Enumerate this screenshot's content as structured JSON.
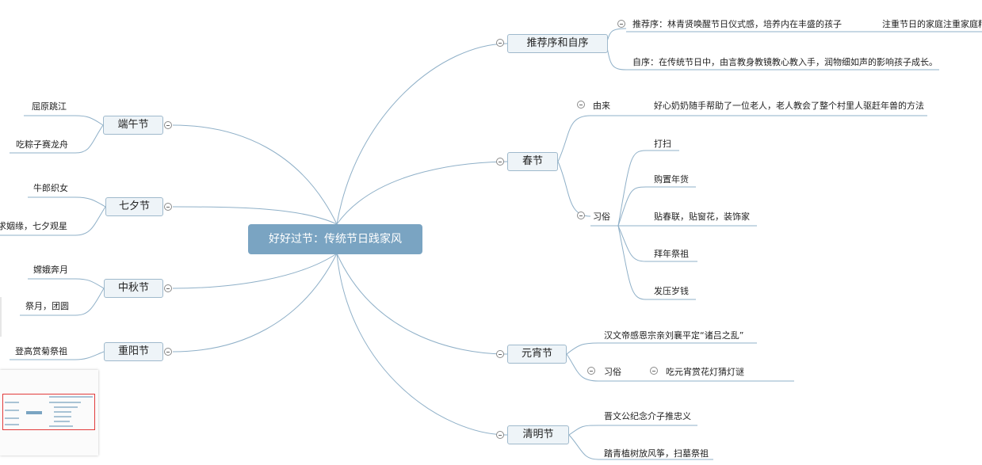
{
  "central": "好好过节：传统节日践家风",
  "right": {
    "preface": {
      "label": "推荐序和自序",
      "items": [
        "推荐序：林青贤唤醒节日仪式感，培养内在丰盛的孩子",
        "注重节日的家庭注重家庭精",
        "自序：在传统节日中，由言教身教镜教心教入手，润物细如声的影响孩子成长。"
      ]
    },
    "spring": {
      "label": "春节",
      "origin_label": "由来",
      "origin_text": "好心奶奶随手帮助了一位老人，老人教会了整个村里人驱赶年兽的方法",
      "custom_label": "习俗",
      "customs": [
        "打扫",
        "购置年货",
        "贴春联，贴窗花，装饰家",
        "拜年祭祖",
        "发压岁钱"
      ]
    },
    "lantern": {
      "label": "元宵节",
      "origin_text": "汉文帝感恩宗亲刘襄平定“诸吕之乱”",
      "custom_label": "习俗",
      "custom_text": "吃元宵赏花灯猜灯谜"
    },
    "qingming": {
      "label": "清明节",
      "items": [
        "晋文公纪念介子推忠义",
        "踏青植树放风筝，扫墓祭祖"
      ]
    }
  },
  "left": {
    "duanwu": {
      "label": "端午节",
      "items": [
        "屈原跳江",
        "吃粽子赛龙舟"
      ]
    },
    "qixi": {
      "label": "七夕节",
      "items": [
        "牛郎织女",
        "求姻缘，七夕观星"
      ]
    },
    "midautumn": {
      "label": "中秋节",
      "items": [
        "嫦娥奔月",
        "祭月，团圆"
      ]
    },
    "chongyang": {
      "label": "重阳节",
      "items": [
        "登高赏菊祭祖"
      ]
    }
  },
  "colors": {
    "central_bg": "#7aa4c2",
    "topic_bg": "#eef4f8",
    "topic_border": "#9fb9cc",
    "line": "#8fb0c8"
  }
}
